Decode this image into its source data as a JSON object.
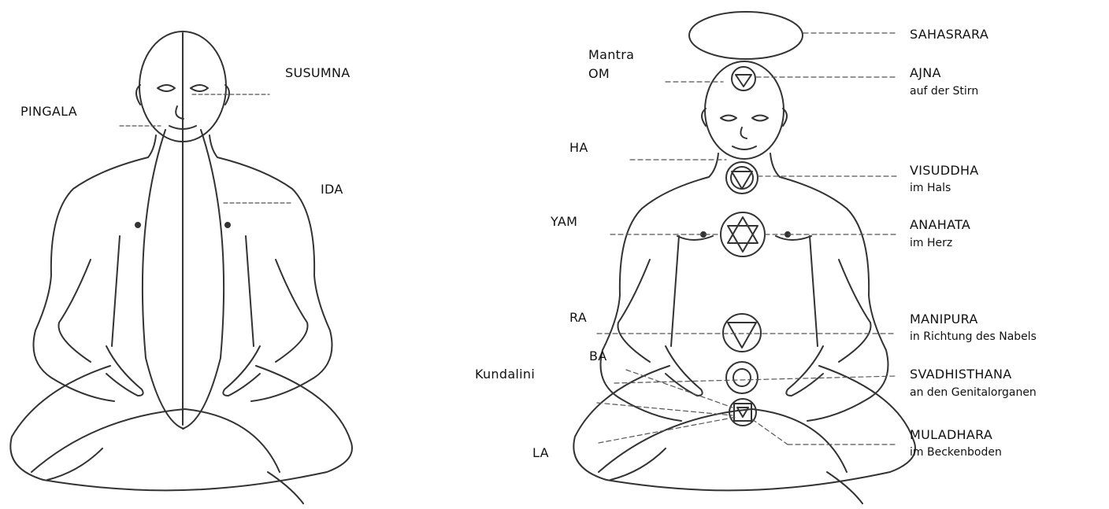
{
  "left_figure": {
    "susumna": "SUSUMNA",
    "pingala": "PINGALA",
    "ida": "IDA"
  },
  "right_figure": {
    "mantras": {
      "mantra": "Mantra",
      "om": "OM",
      "ha": "HA",
      "yam": "YAM",
      "ra": "RA",
      "ba": "BA",
      "kundalini": "Kundalini",
      "la": "LA"
    },
    "chakras": {
      "sahasrara": {
        "name": "SAHASRARA"
      },
      "ajna": {
        "name": "AJNA",
        "location": "auf der Stirn"
      },
      "visuddha": {
        "name": "VISUDDHA",
        "location": "im Hals"
      },
      "anahata": {
        "name": "ANAHATA",
        "location": "im Herz"
      },
      "manipura": {
        "name": "MANIPURA",
        "location": "in Richtung des Nabels"
      },
      "svadhisthana": {
        "name": "SVADHISTHANA",
        "location": "an den Genitalorganen"
      },
      "muladhara": {
        "name": "MULADHARA",
        "location": "im Beckenboden"
      }
    }
  }
}
